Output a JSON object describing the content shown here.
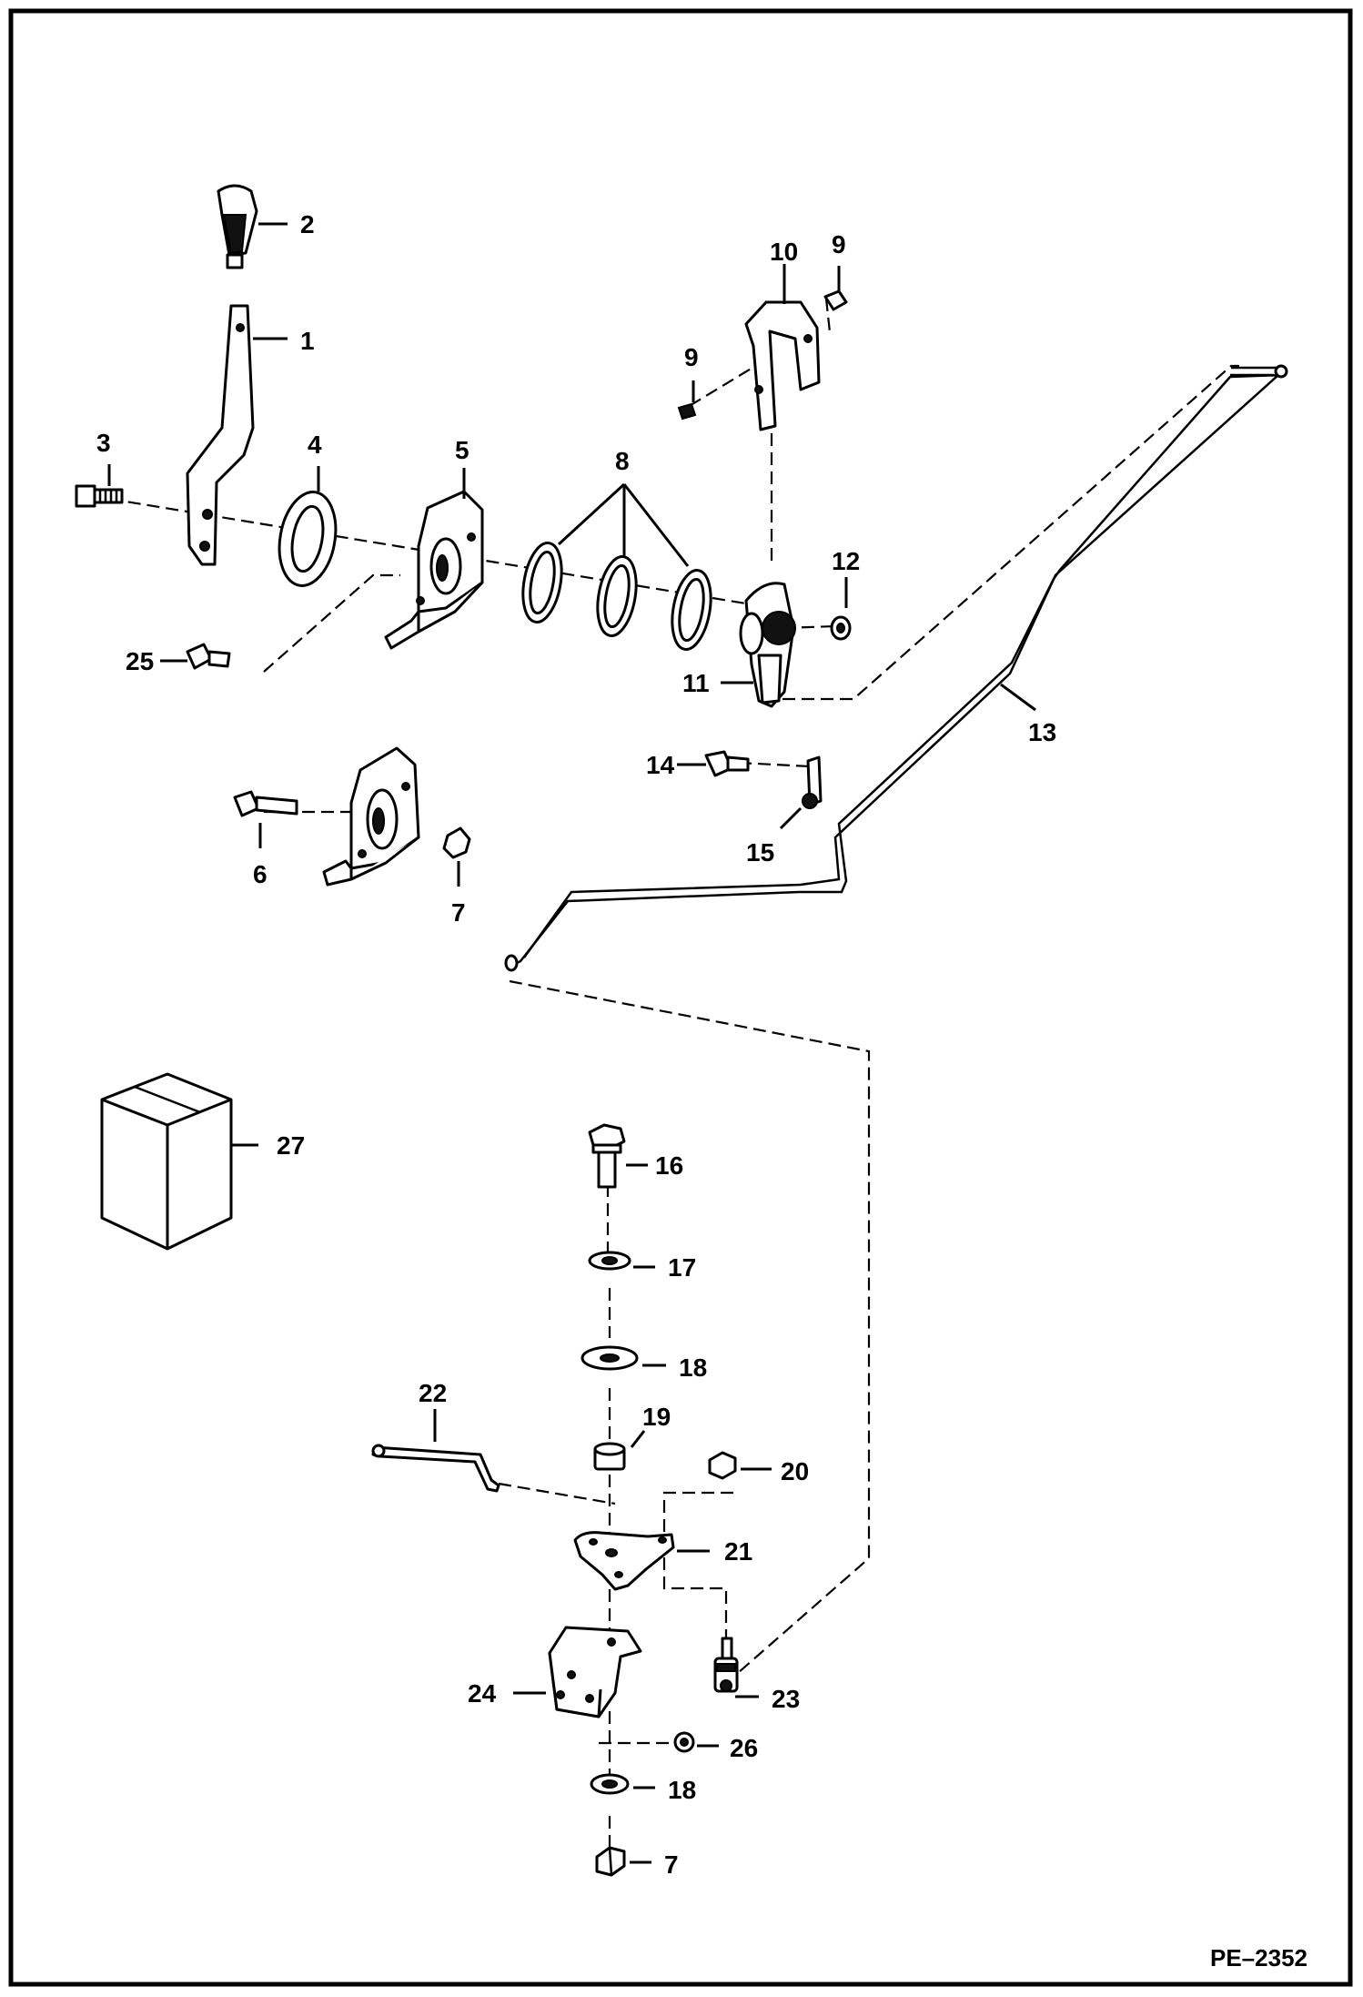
{
  "drawing_code": "PE–2352",
  "callouts": [
    "1",
    "2",
    "3",
    "4",
    "5",
    "6",
    "7",
    "8",
    "9",
    "10",
    "11",
    "12",
    "13",
    "14",
    "15",
    "16",
    "17",
    "18",
    "19",
    "20",
    "21",
    "22",
    "23",
    "24",
    "25",
    "26",
    "27"
  ]
}
